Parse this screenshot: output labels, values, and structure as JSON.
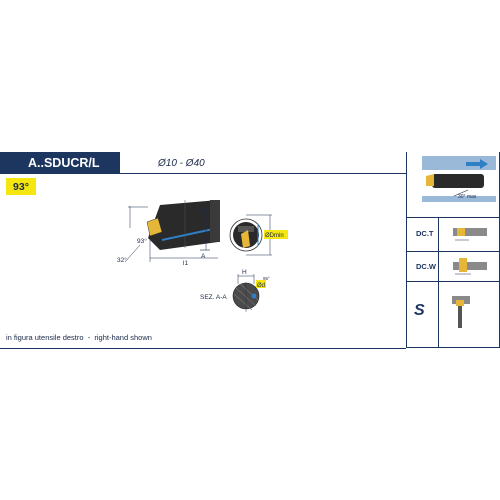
{
  "header": {
    "title": "A..SDUCR/L",
    "angle": "93°",
    "diameter_range": "Ø10 - Ø40"
  },
  "drawing": {
    "label_angle_93": "93°",
    "label_angle_32": "32°",
    "label_l1": "l1",
    "label_a_top": "A",
    "label_a_bottom": "A",
    "label_dmin": "ØDmin",
    "label_section": "SEZ. A-A",
    "label_h": "H",
    "label_d": "Ød",
    "label_angle_95": "95°"
  },
  "caption": "in figura utensile destro  -  right-hand shown",
  "right_panel": {
    "bore_angle_label": "30° max",
    "dc_t_label": "DC.T",
    "dc_w_label": "DC.W",
    "s_label": "S"
  },
  "colors": {
    "navy": "#1d3660",
    "yellow": "#f5e60f",
    "tool_blue": "#2f7fc4",
    "insert_gold": "#e5b638"
  }
}
